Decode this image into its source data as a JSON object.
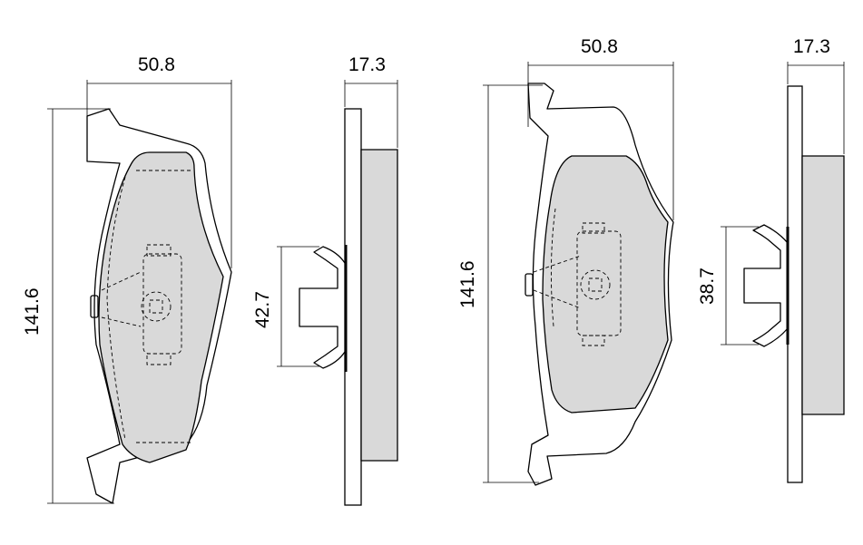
{
  "dimensions": {
    "left_pad_width": "50.8",
    "left_pad_height": "141.6",
    "left_side_thickness": "17.3",
    "left_clip_height": "42.7",
    "right_pad_width": "50.8",
    "right_pad_height": "141.6",
    "right_side_thickness": "17.3",
    "right_clip_height": "38.7"
  },
  "colors": {
    "friction_material": "#d9d9d9",
    "line": "#000000",
    "background": "#ffffff"
  }
}
